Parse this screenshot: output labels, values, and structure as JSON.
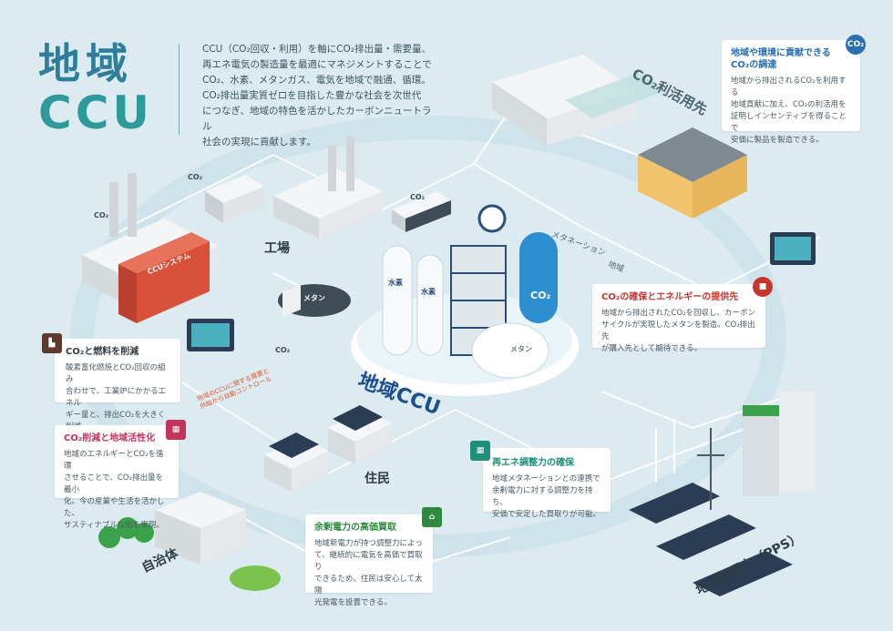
{
  "title": {
    "line1": "地域",
    "line2": "CCU"
  },
  "intro": {
    "lines": [
      "CCU（CO₂回収・利用）を軸にCO₂排出量・需要量、",
      "再エネ電気の製造量を最適にマネジメントすることで",
      "CO₂、水素、メタンガス、電気を地域で融通、循環。",
      "CO₂排出量実質ゼロを目指した豊かな社会を次世代",
      "につなぎ、地域の特色を活かしたカーボンニュートラル",
      "社会の実現に貢献します。"
    ]
  },
  "cards": {
    "co2_procurement": {
      "title_lines": [
        "地域や環境に貢献できる",
        "CO₂の調達"
      ],
      "body_lines": [
        "地域から排出されるCO₂を利用する",
        "地域貢献に加え、CO₂の利活用を",
        "証明しインセンティブを得ることで",
        "安価に製品を製造できる。"
      ],
      "icon_text": "CO₂",
      "color": "#2a6fb0"
    },
    "co2_energy": {
      "title": "CO₂の確保とエネルギーの提供先",
      "body_lines": [
        "地域から排出されたCO₂を回収し、カーボン",
        "サイクルが実現したメタンを製造。CO₂排出先",
        "が購入先として期待できる。"
      ],
      "color": "#c6362f"
    },
    "co2_fuel": {
      "title": "CO₂と燃料を削減",
      "body_lines": [
        "酸素富化燃焼とCO₂回収の組み",
        "合わせで、工業炉にかかるエネル",
        "ギー量と、排出CO₂を大きく削減。"
      ],
      "color": "#333c42"
    },
    "co2_region": {
      "title": "CO₂削減と地域活性化",
      "body_lines": [
        "地域のエネルギーとCO₂を循環",
        "させることで、CO₂排出量を最小",
        "化。今の産業や生活を活かした、",
        "サスティナブルな街を実現。"
      ],
      "color": "#c2335e"
    },
    "renewable": {
      "title": "再エネ調整力の確保",
      "body_lines": [
        "地域メタネーションとの連携で",
        "余剰電力に対する調整力を持ち、",
        "安価で安定した買取りが可能。"
      ],
      "color": "#1f8f7a"
    },
    "surplus": {
      "title": "余剰電力の高価買取",
      "body_lines": [
        "地域新電力が持つ調整力によっ",
        "て、継続的に電気を高価で買取り",
        "できるため、住民は安心して太陽",
        "光発電を設置できる。"
      ],
      "color": "#2f8a3f"
    }
  },
  "labels": {
    "co2_use": "CO₂利活用先",
    "factory": "工場",
    "residents": "住民",
    "municipality": "自治体",
    "power": "地域新電力（PPS）",
    "hub": "地域CCU",
    "ccu_system": "CCUシステム",
    "hydrogen": "水素",
    "methane": "メタン",
    "methane_tank": "メタン",
    "co2_tank": "CO₂",
    "road_methanation": "メタネーション",
    "road_power": "地域",
    "red_note_lines": [
      "地域のCCUに関する需要と",
      "供給から自動コントロール"
    ]
  },
  "co2_tags": [
    "CO₂",
    "CO₂",
    "CO₂",
    "CO₂"
  ],
  "colors": {
    "background": "#dcebf0",
    "accent_blue": "#2a6fb0",
    "accent_red": "#c6362f",
    "accent_green": "#2f8a3f",
    "container": "#d9513a"
  }
}
